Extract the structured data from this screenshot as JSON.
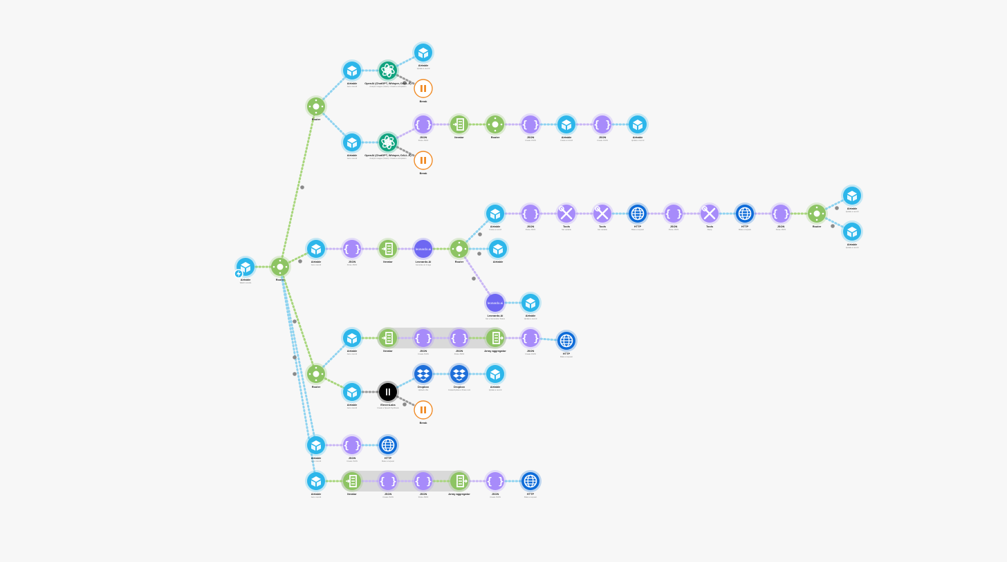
{
  "colors": {
    "background": "#f7f7f7",
    "airtable": "#2cb6ea",
    "json": "#a78bfa",
    "flow_control": "#8dc463",
    "openai": "#10a37f",
    "http": "#0d6bd8",
    "leonardo": "#6e67f2",
    "dropbox": "#1e6fd9",
    "break": "#f08a24",
    "elevenlabs": "#000000",
    "tools": "#a78bfa",
    "gray_link": "#888888"
  },
  "nodes": [
    {
      "id": "trigger",
      "type": "airtable",
      "label": "Airtable",
      "sub": "Watch records",
      "trigger": true
    },
    {
      "id": "router0",
      "type": "router",
      "label": "Router",
      "sub": ""
    },
    {
      "id": "router1",
      "type": "router",
      "label": "Router",
      "sub": ""
    },
    {
      "id": "at1",
      "type": "airtable",
      "label": "Airtable",
      "sub": "Get a record"
    },
    {
      "id": "oa1",
      "type": "openai",
      "label": "OpenAI (ChatGPT, Whisper, DALL-E)",
      "sub": "Analyze images (Vision) / Create a completion"
    },
    {
      "id": "at2",
      "type": "airtable",
      "label": "Airtable",
      "sub": "Update a record"
    },
    {
      "id": "brk1",
      "type": "break",
      "label": "Break",
      "sub": ""
    },
    {
      "id": "at3",
      "type": "airtable",
      "label": "Airtable",
      "sub": "Get a record"
    },
    {
      "id": "oa2",
      "type": "openai",
      "label": "OpenAI (ChatGPT, Whisper, DALL-E)",
      "sub": "Analyze images (Vision) / Create a completion"
    },
    {
      "id": "brk2",
      "type": "break",
      "label": "Break",
      "sub": ""
    },
    {
      "id": "js1",
      "type": "json",
      "label": "JSON",
      "sub": "Parse JSON"
    },
    {
      "id": "it1",
      "type": "iterator",
      "label": "Iterator",
      "sub": ""
    },
    {
      "id": "rt2",
      "type": "router",
      "label": "Router",
      "sub": ""
    },
    {
      "id": "js2",
      "type": "json",
      "label": "JSON",
      "sub": "Create JSON"
    },
    {
      "id": "at4",
      "type": "airtable",
      "label": "Airtable",
      "sub": "Create a record"
    },
    {
      "id": "js3",
      "type": "json",
      "label": "JSON",
      "sub": "Create JSON"
    },
    {
      "id": "at5",
      "type": "airtable",
      "label": "Airtable",
      "sub": "Update a record"
    },
    {
      "id": "at6",
      "type": "airtable",
      "label": "Airtable",
      "sub": "Get a record"
    },
    {
      "id": "js4",
      "type": "json",
      "label": "JSON",
      "sub": "Parse JSON"
    },
    {
      "id": "it2",
      "type": "iterator",
      "label": "Iterator",
      "sub": ""
    },
    {
      "id": "leo1",
      "type": "leonardo",
      "label": "Leonardo.Ai",
      "sub": "Generate an Image",
      "text": "leonardo.ai"
    },
    {
      "id": "rt3",
      "type": "router",
      "label": "Router",
      "sub": ""
    },
    {
      "id": "at7",
      "type": "airtable",
      "label": "Airtable",
      "sub": "Create a record"
    },
    {
      "id": "js5",
      "type": "json",
      "label": "JSON",
      "sub": "Parse JSON"
    },
    {
      "id": "tl1",
      "type": "tools",
      "label": "Tools",
      "sub": "Set variable"
    },
    {
      "id": "tl2",
      "type": "tools",
      "label": "Tools",
      "sub": "Get variable"
    },
    {
      "id": "ht1",
      "type": "http",
      "label": "HTTP",
      "sub": "Make a request"
    },
    {
      "id": "js6",
      "type": "json",
      "label": "JSON",
      "sub": "Parse JSON"
    },
    {
      "id": "tl3",
      "type": "tools",
      "label": "Tools",
      "sub": "Sleep"
    },
    {
      "id": "ht2",
      "type": "http",
      "label": "HTTP",
      "sub": "Make a request"
    },
    {
      "id": "js7",
      "type": "json",
      "label": "JSON",
      "sub": "Parse JSON"
    },
    {
      "id": "rt4",
      "type": "router",
      "label": "Router",
      "sub": ""
    },
    {
      "id": "at8",
      "type": "airtable",
      "label": "Airtable",
      "sub": "Update a record"
    },
    {
      "id": "at9",
      "type": "airtable",
      "label": "Airtable",
      "sub": "Update a record"
    },
    {
      "id": "at10",
      "type": "airtable",
      "label": "Airtable",
      "sub": ""
    },
    {
      "id": "leo2",
      "type": "leonardo",
      "label": "Leonardo.Ai",
      "sub": "Get a Generation Status",
      "text": "leonardo.ai"
    },
    {
      "id": "at11",
      "type": "airtable",
      "label": "Airtable",
      "sub": "Update a record"
    },
    {
      "id": "rt5",
      "type": "router",
      "label": "Router",
      "sub": ""
    },
    {
      "id": "at12",
      "type": "airtable",
      "label": "Airtable",
      "sub": "Get a record"
    },
    {
      "id": "it3",
      "type": "iterator",
      "label": "Iterator",
      "sub": ""
    },
    {
      "id": "js8",
      "type": "json",
      "label": "JSON",
      "sub": "Create JSON"
    },
    {
      "id": "js9",
      "type": "json",
      "label": "JSON",
      "sub": "Parse JSON"
    },
    {
      "id": "ag1",
      "type": "aggregator",
      "label": "Array aggregator",
      "sub": ""
    },
    {
      "id": "js10",
      "type": "json",
      "label": "JSON",
      "sub": "Create JSON"
    },
    {
      "id": "ht3",
      "type": "http",
      "label": "HTTP",
      "sub": "Make a request"
    },
    {
      "id": "at13",
      "type": "airtable",
      "label": "Airtable",
      "sub": "Get a record"
    },
    {
      "id": "el1",
      "type": "elevenlabs",
      "label": "ElevenLabs",
      "sub": "Create a Speech Synthesis"
    },
    {
      "id": "brk3",
      "type": "break",
      "label": "Break",
      "sub": ""
    },
    {
      "id": "db1",
      "type": "dropbox",
      "label": "Dropbox",
      "sub": "Upload a file"
    },
    {
      "id": "db2",
      "type": "dropbox",
      "label": "Dropbox",
      "sub": "Create/Update a Share Link"
    },
    {
      "id": "at14",
      "type": "airtable",
      "label": "Airtable",
      "sub": "Update a record"
    },
    {
      "id": "at15",
      "type": "airtable",
      "label": "Airtable",
      "sub": "Get a record"
    },
    {
      "id": "js11",
      "type": "json",
      "label": "JSON",
      "sub": "Create JSON"
    },
    {
      "id": "ht4",
      "type": "http",
      "label": "HTTP",
      "sub": "Make a request"
    },
    {
      "id": "at16",
      "type": "airtable",
      "label": "Airtable",
      "sub": "Get a record"
    },
    {
      "id": "it4",
      "type": "iterator",
      "label": "Iterator",
      "sub": ""
    },
    {
      "id": "js12",
      "type": "json",
      "label": "JSON",
      "sub": "Create JSON"
    },
    {
      "id": "js13",
      "type": "json",
      "label": "JSON",
      "sub": "Parse JSON"
    },
    {
      "id": "ag2",
      "type": "aggregator",
      "label": "Array aggregator",
      "sub": ""
    },
    {
      "id": "js14",
      "type": "json",
      "label": "JSON",
      "sub": "Create JSON"
    },
    {
      "id": "ht5",
      "type": "http",
      "label": "HTTP",
      "sub": "Make a request"
    }
  ],
  "links": [
    [
      "trigger",
      "router0",
      "green"
    ],
    [
      "router0",
      "router1",
      "green"
    ],
    [
      "router0",
      "at6",
      "green"
    ],
    [
      "router0",
      "rt5",
      "green"
    ],
    [
      "router0",
      "at15",
      "blue"
    ],
    [
      "router0",
      "at16",
      "blue"
    ],
    [
      "router1",
      "at1",
      "blue"
    ],
    [
      "router1",
      "at3",
      "blue"
    ],
    [
      "at1",
      "oa1",
      "blue"
    ],
    [
      "oa1",
      "at2",
      "blue"
    ],
    [
      "oa1",
      "brk1",
      "gray"
    ],
    [
      "at3",
      "oa2",
      "blue"
    ],
    [
      "oa2",
      "brk2",
      "gray"
    ],
    [
      "oa2",
      "js1",
      "purple"
    ],
    [
      "js1",
      "it1",
      "purple"
    ],
    [
      "it1",
      "rt2",
      "green"
    ],
    [
      "rt2",
      "js2",
      "purple"
    ],
    [
      "js2",
      "at4",
      "blue"
    ],
    [
      "at4",
      "js3",
      "purple"
    ],
    [
      "js3",
      "at5",
      "blue"
    ],
    [
      "at6",
      "js4",
      "purple"
    ],
    [
      "js4",
      "it2",
      "purple"
    ],
    [
      "it2",
      "leo1",
      "purple"
    ],
    [
      "leo1",
      "rt3",
      "green"
    ],
    [
      "rt3",
      "at7",
      "blue"
    ],
    [
      "rt3",
      "at10",
      "blue"
    ],
    [
      "rt3",
      "leo2",
      "purple"
    ],
    [
      "leo2",
      "at11",
      "blue"
    ],
    [
      "at7",
      "js5",
      "purple"
    ],
    [
      "js5",
      "tl1",
      "purple"
    ],
    [
      "tl1",
      "tl2",
      "purple"
    ],
    [
      "tl2",
      "ht1",
      "blue"
    ],
    [
      "ht1",
      "js6",
      "purple"
    ],
    [
      "js6",
      "tl3",
      "purple"
    ],
    [
      "tl3",
      "ht2",
      "blue"
    ],
    [
      "ht2",
      "js7",
      "purple"
    ],
    [
      "js7",
      "rt4",
      "green"
    ],
    [
      "rt4",
      "at8",
      "blue"
    ],
    [
      "rt4",
      "at9",
      "blue"
    ],
    [
      "rt5",
      "at12",
      "blue"
    ],
    [
      "rt5",
      "at13",
      "green"
    ],
    [
      "at12",
      "it3",
      "green"
    ],
    [
      "it3",
      "js8",
      "purple"
    ],
    [
      "js8",
      "js9",
      "purple"
    ],
    [
      "js9",
      "ag1",
      "green"
    ],
    [
      "ag1",
      "js10",
      "purple"
    ],
    [
      "js10",
      "ht3",
      "blue"
    ],
    [
      "at13",
      "el1",
      "gray"
    ],
    [
      "el1",
      "db1",
      "blue"
    ],
    [
      "el1",
      "brk3",
      "gray"
    ],
    [
      "db1",
      "db2",
      "blue"
    ],
    [
      "db2",
      "at14",
      "blue"
    ],
    [
      "at15",
      "js11",
      "purple"
    ],
    [
      "js11",
      "ht4",
      "blue"
    ],
    [
      "at16",
      "it4",
      "green"
    ],
    [
      "it4",
      "js12",
      "purple"
    ],
    [
      "js12",
      "js13",
      "purple"
    ],
    [
      "js13",
      "ag2",
      "green"
    ],
    [
      "ag2",
      "js14",
      "purple"
    ],
    [
      "js14",
      "ht5",
      "blue"
    ]
  ],
  "groups": [
    {
      "name": "iterator-aggregator-group-1",
      "from": "it3",
      "to": "ag1"
    },
    {
      "name": "iterator-aggregator-group-2",
      "from": "it4",
      "to": "ag2"
    }
  ]
}
